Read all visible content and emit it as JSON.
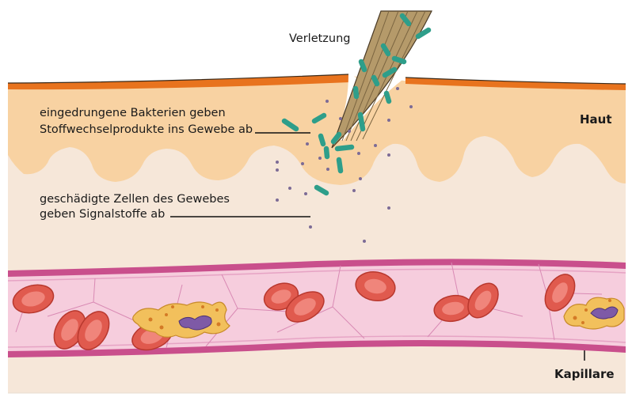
{
  "labels": {
    "injury": "Verletzung",
    "skin": "Haut",
    "bacteria_line1": "eingedrungene Bakterien geben",
    "bacteria_line2": "Stoffwechselprodukte ins Gewebe ab",
    "cells_line1": "geschädigte Zellen des Gewebes",
    "cells_line2": "geben Signalstoffe ab",
    "capillary": "Kapillare"
  },
  "colors": {
    "epidermis_top": "#e8731e",
    "epidermis": "#f8d2a2",
    "dermis": "#f6e7d9",
    "capillary_wall": "#c94f8c",
    "capillary_lumen": "#f6cddd",
    "erythrocyte": "#e05a4e",
    "bacterium": "#2e9e8a",
    "signal_dot": "#7c6b96",
    "splinter": "#b59a6a",
    "leukocyte": "#f2c05c",
    "leukocyte_nucleus": "#7e5aa6"
  },
  "icons": [
    "splinter-icon",
    "bacterium-icon",
    "erythrocyte-icon",
    "leukocyte-icon"
  ]
}
